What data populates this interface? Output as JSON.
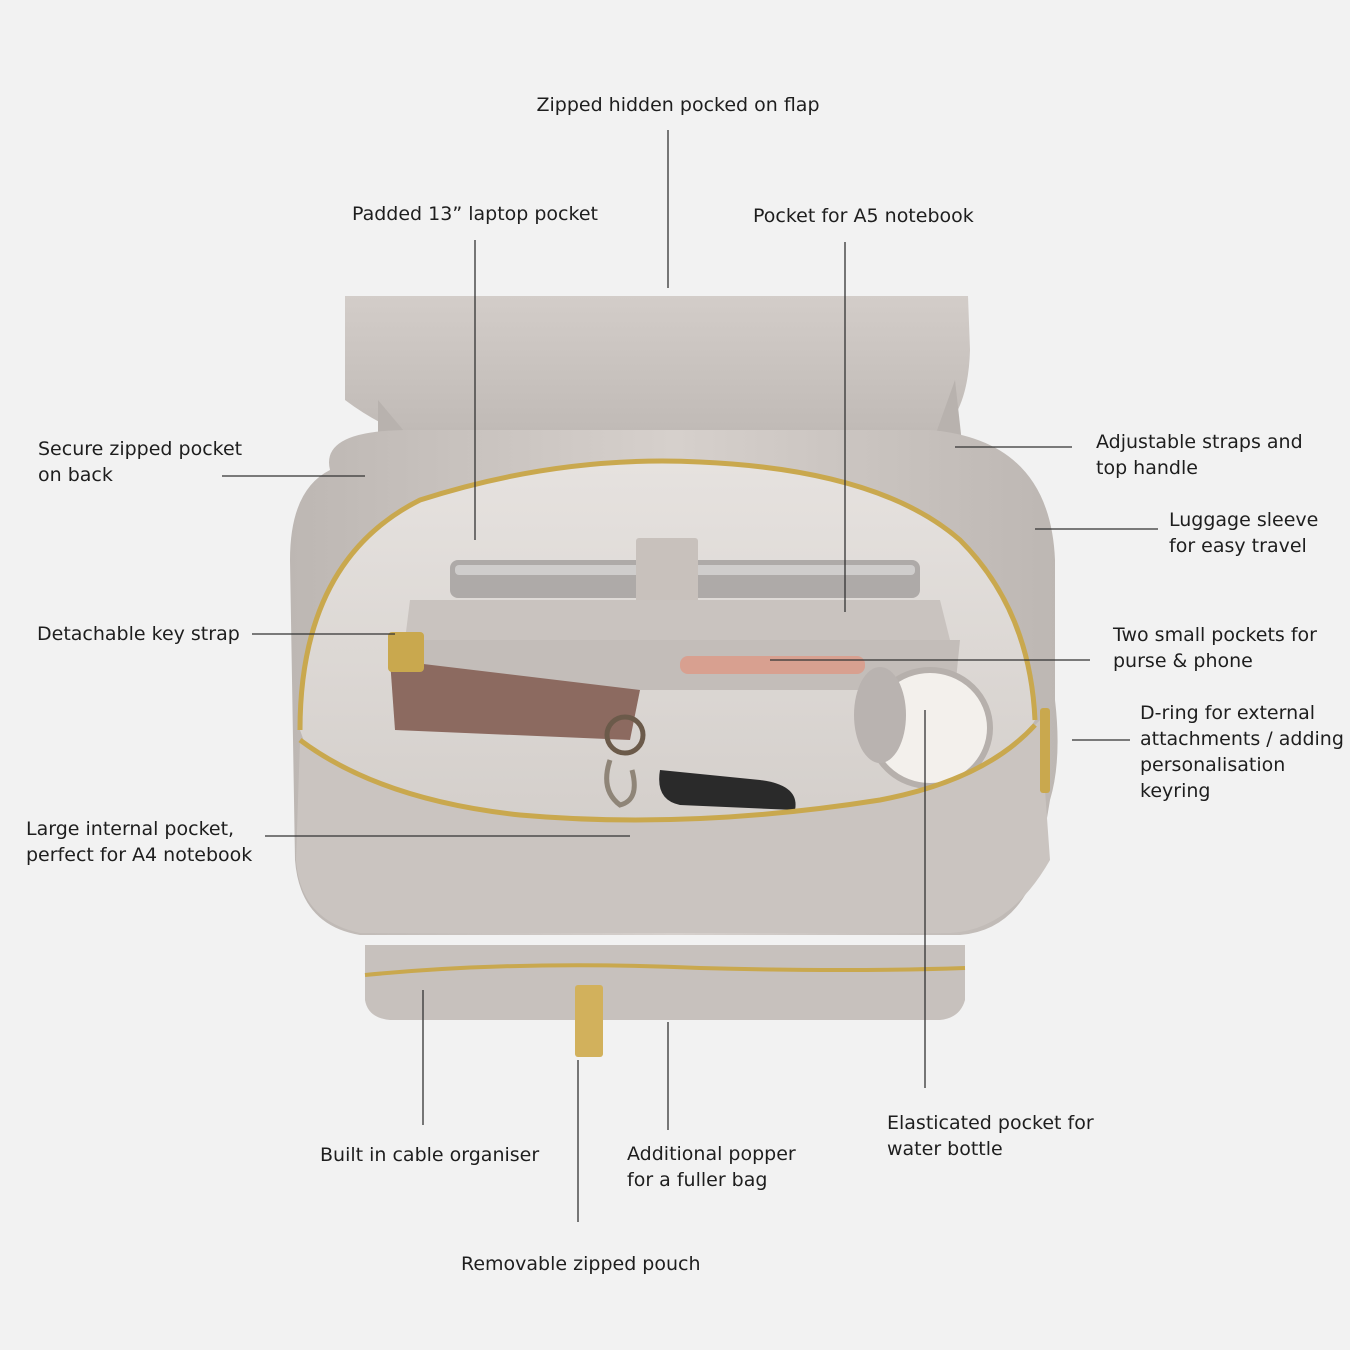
{
  "colors": {
    "background": "#f2f2f2",
    "bag": "#cbc5c1",
    "bag_shadow": "#b2aca8",
    "lining": "#ddd8d5",
    "zip_gold": "#c9a84e",
    "leader_line": "#333333"
  },
  "callouts": {
    "zipped_flap": {
      "lines": [
        "Zipped hidden pocked on flap"
      ]
    },
    "laptop": {
      "lines": [
        "Padded 13” laptop pocket"
      ]
    },
    "a5": {
      "lines": [
        "Pocket for A5 notebook"
      ]
    },
    "secure_back": {
      "lines": [
        "Secure zipped pocket",
        "on back"
      ]
    },
    "straps": {
      "lines": [
        "Adjustable straps and",
        "top handle"
      ]
    },
    "luggage": {
      "lines": [
        "Luggage sleeve",
        "for easy travel"
      ]
    },
    "key_strap": {
      "lines": [
        "Detachable key strap"
      ]
    },
    "small_pockets": {
      "lines": [
        "Two small pockets for",
        "purse & phone"
      ]
    },
    "d_ring": {
      "lines": [
        "D-ring for external",
        "attachments / adding",
        "personalisation",
        "keyring"
      ]
    },
    "large_pocket": {
      "lines": [
        "Large internal pocket,",
        "perfect for A4 notebook"
      ]
    },
    "bottle": {
      "lines": [
        "Elasticated pocket for",
        "water bottle"
      ]
    },
    "cable": {
      "lines": [
        "Built in cable organiser"
      ]
    },
    "popper": {
      "lines": [
        "Additional popper",
        "for a fuller bag"
      ]
    },
    "pouch": {
      "lines": [
        "Removable zipped pouch"
      ]
    }
  }
}
